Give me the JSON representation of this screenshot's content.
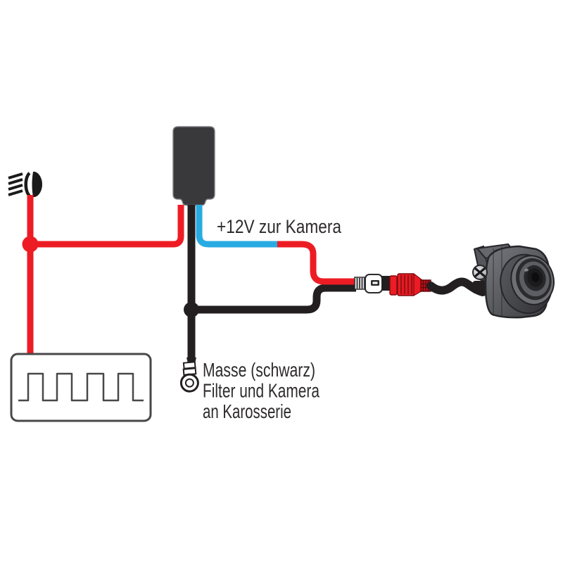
{
  "labels": {
    "supply": "+12V zur Kamera",
    "ground": [
      "Masse (schwarz)",
      "Filter und Kamera",
      "an Karosserie"
    ]
  },
  "colors": {
    "wire_red": "#ed1c24",
    "wire_blue": "#29abe2",
    "wire_black": "#231f20",
    "module_black": "#39393c",
    "outline_gray": "#48484a",
    "connector_red_dark": "#9e1116",
    "text": "#2d2a2b",
    "background": "#ffffff"
  },
  "icons": {
    "headlight": "headlight-icon",
    "filter_module": "filter-box",
    "pulse_signal": "square-wave-icon",
    "ground_terminal": "ring-terminal-icon",
    "plug": "dc-plug-icon",
    "jack": "dc-jack-icon",
    "camera": "camera-icon"
  }
}
